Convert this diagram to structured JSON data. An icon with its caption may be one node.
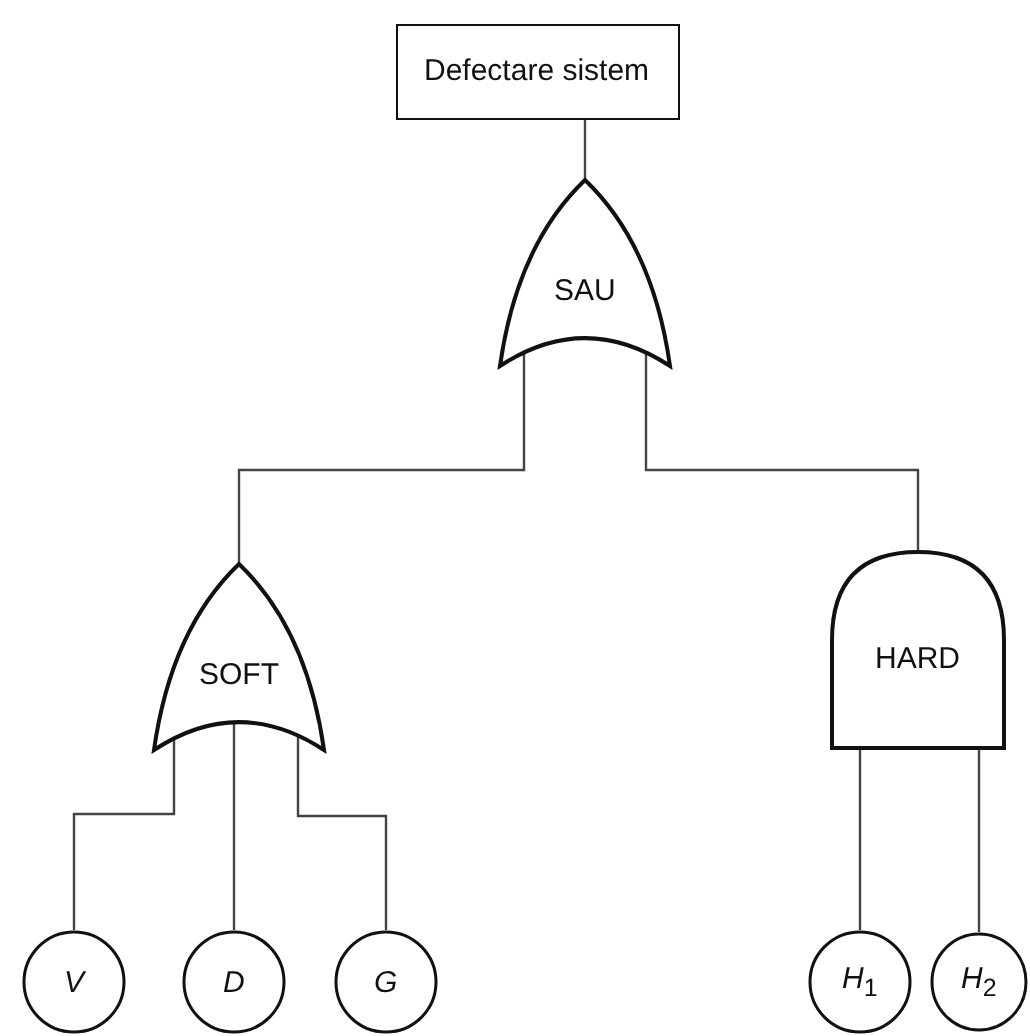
{
  "diagram": {
    "nodes": [
      {
        "text": [
          "Defectare sistem"
        ]
      },
      {
        "text": [
          "SAU"
        ]
      },
      {
        "text": [
          "SOFT"
        ]
      },
      {
        "text": [
          "HARD"
        ]
      },
      {
        "text": [
          "*V*"
        ]
      },
      {
        "text": [
          "*D*"
        ]
      },
      {
        "text": [
          "*G*"
        ]
      },
      {
        "text": [
          "*H*$_{1}$"
        ]
      },
      {
        "text": [
          "*H*$_{2}$"
        ]
      }
    ],
    "edges": [
      {
        "from": 0,
        "to": 1,
        "arrow": "none"
      },
      {
        "from": 1,
        "to": 2,
        "arrow": "none"
      },
      {
        "from": 1,
        "to": 3,
        "arrow": "none"
      },
      {
        "from": 2,
        "to": 4,
        "arrow": "none"
      },
      {
        "from": 2,
        "to": 5,
        "arrow": "none"
      },
      {
        "from": 2,
        "to": 6,
        "arrow": "none"
      },
      {
        "from": 3,
        "to": 7,
        "arrow": "none"
      },
      {
        "from": 3,
        "to": 8,
        "arrow": "none"
      }
    ]
  }
}
